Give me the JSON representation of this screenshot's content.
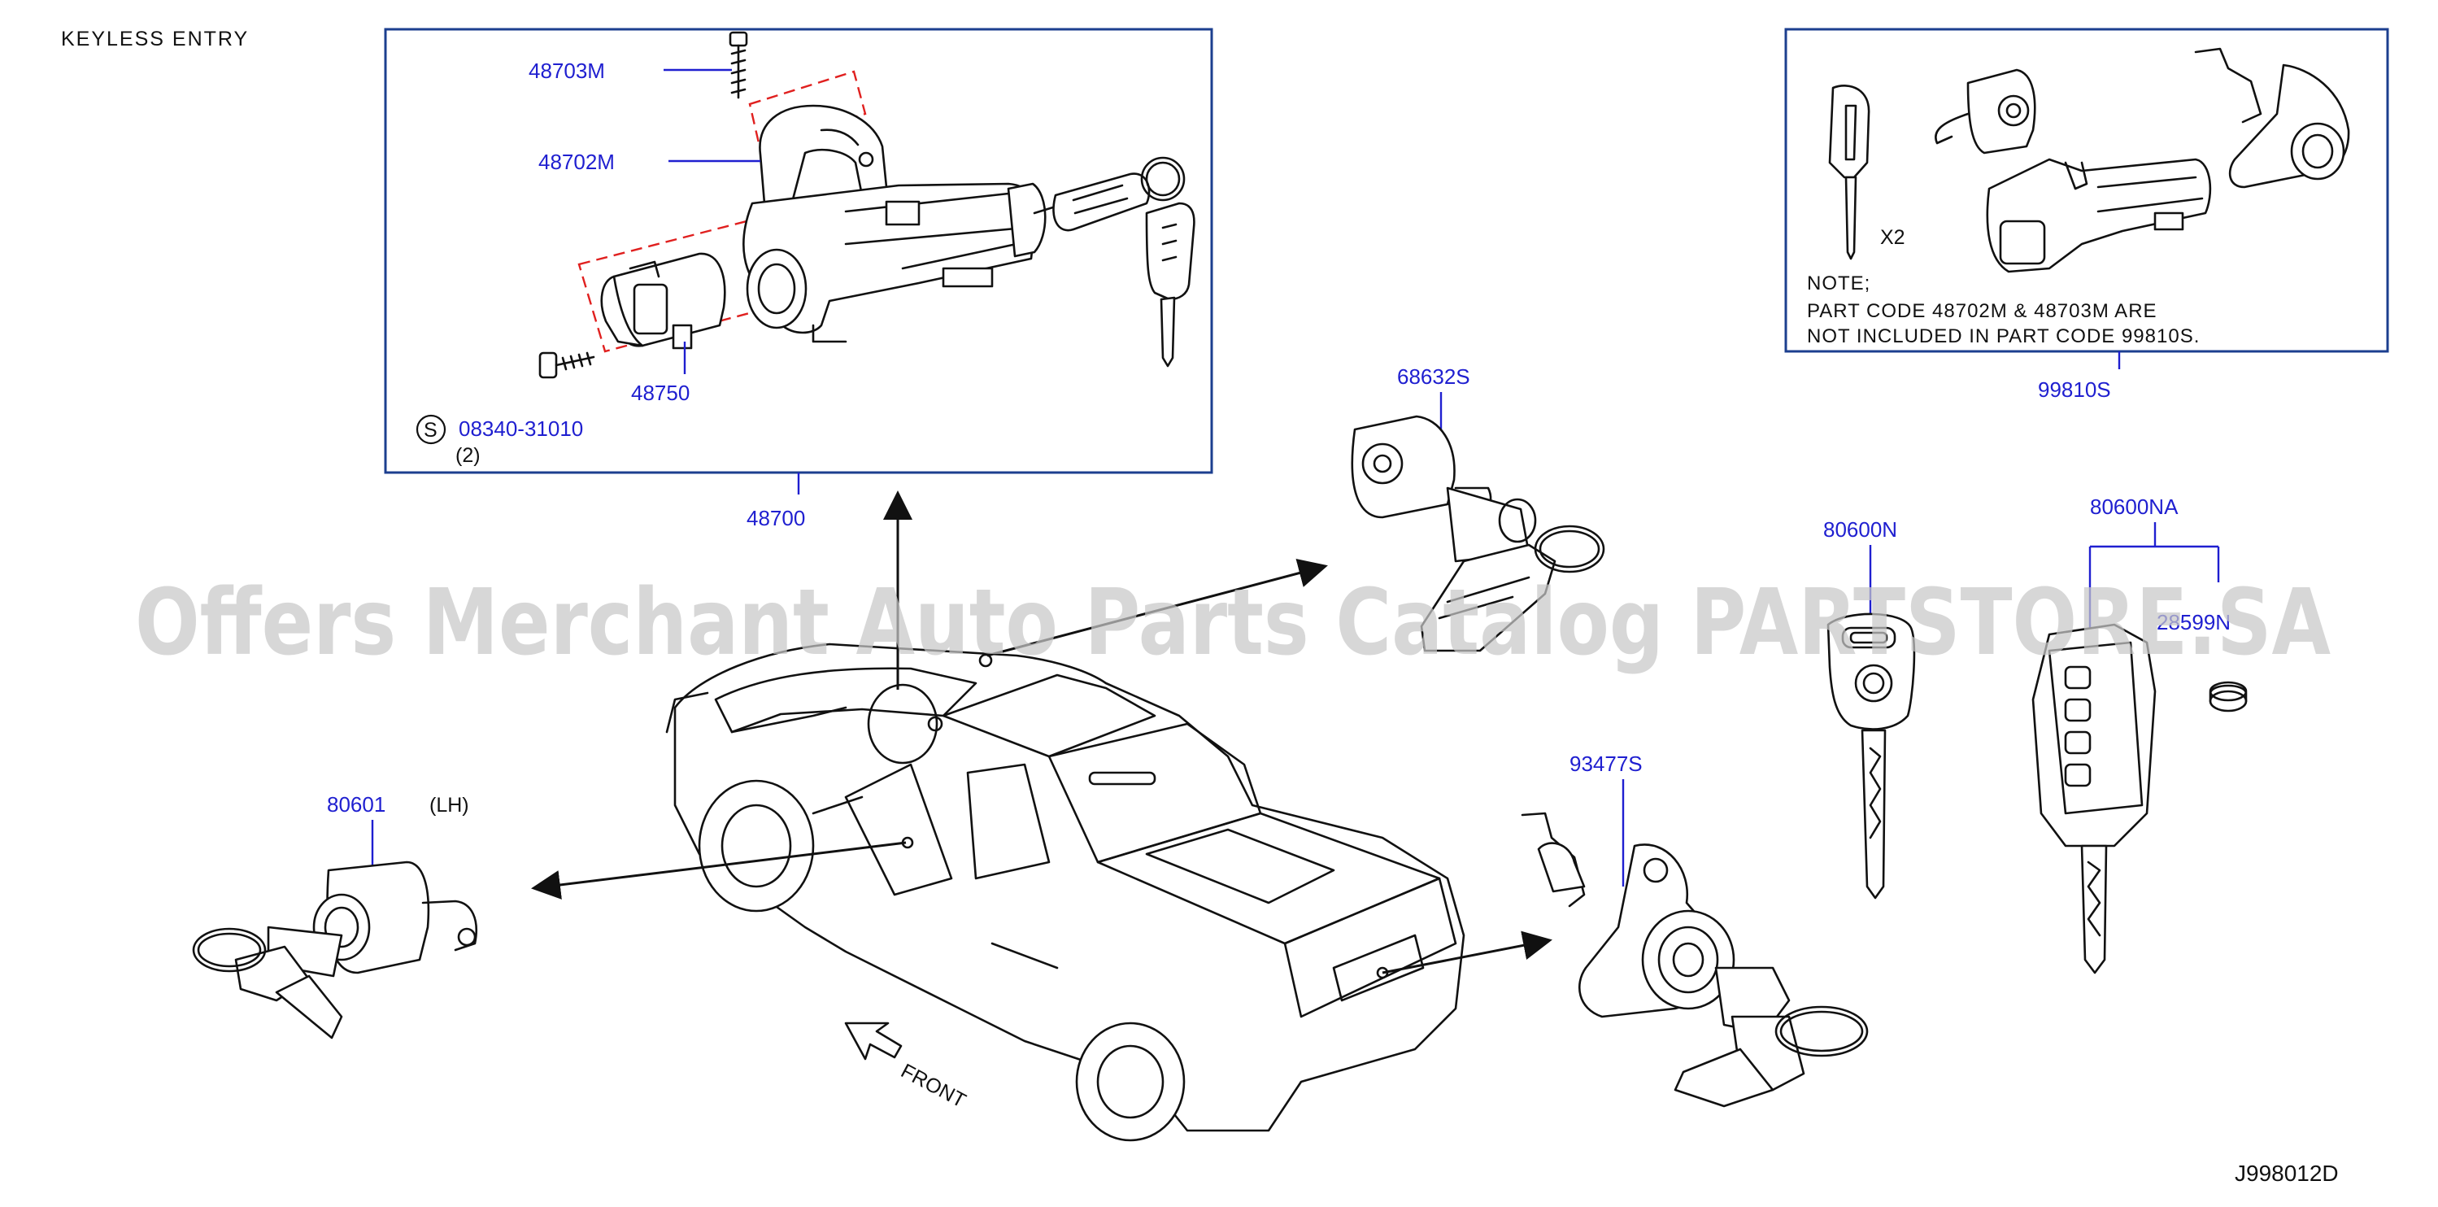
{
  "header": {
    "title": "KEYLESS ENTRY"
  },
  "ignition_box": {
    "labels": {
      "screw_upper": "48703M",
      "bracket": "48702M",
      "switch": "48750",
      "screw_lower_symbol": "S",
      "screw_lower": "08340-31010",
      "screw_lower_qty": "(2)"
    },
    "part_code": "48700"
  },
  "set_box": {
    "key_count": "X2",
    "note_title": "NOTE;",
    "note_line1": "PART   CODE   48702M   &   48703M   ARE",
    "note_line2": "NOT   INCLUDED   IN   PART   CODE   99810S.",
    "part_code": "99810S"
  },
  "parts": {
    "door_lock_rh": "68632S",
    "key_blank": "80600N",
    "remote_key": "80600NA",
    "battery": "28599N",
    "tailgate_lock": "93477S",
    "door_lock_lh": "80601",
    "door_lock_lh_side": "(LH)"
  },
  "direction": {
    "front": "FRONT"
  },
  "diagram_id": "J998012D",
  "watermark": "Offers Merchant Auto Parts Catalog PARTSTORE.SA",
  "colors": {
    "label": "#1f1fd0",
    "box": "#1c3f8f",
    "dashed": "#e0201f",
    "watermark": "#c8c8c8"
  }
}
